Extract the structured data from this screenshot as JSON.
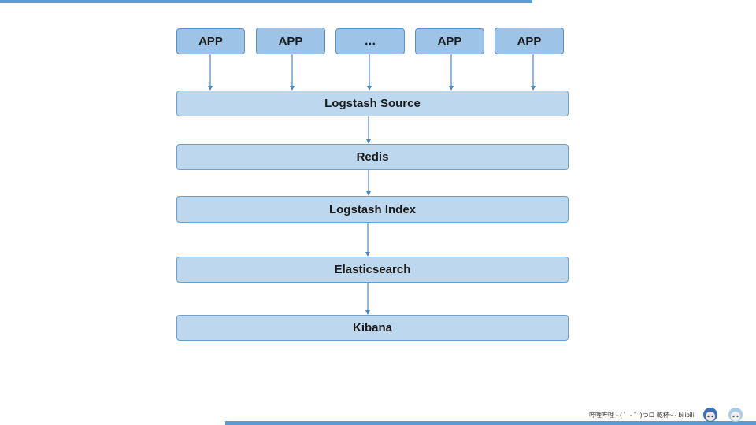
{
  "apps": [
    {
      "label": "APP"
    },
    {
      "label": "APP"
    },
    {
      "label": "…"
    },
    {
      "label": "APP"
    },
    {
      "label": "APP"
    }
  ],
  "pipeline": [
    {
      "label": "Logstash Source"
    },
    {
      "label": "Redis"
    },
    {
      "label": "Logstash Index"
    },
    {
      "label": "Elasticsearch"
    },
    {
      "label": "Kibana"
    }
  ],
  "watermark": {
    "text": "哔哩哔哩 - ( ゜- ゜)つロ 乾杯~ - bilibili"
  },
  "colors": {
    "node_fill": "#bdd7ee",
    "app_fill": "#9dc3e6",
    "accent": "#5b9bd5",
    "arrow": "#4a86c5"
  }
}
